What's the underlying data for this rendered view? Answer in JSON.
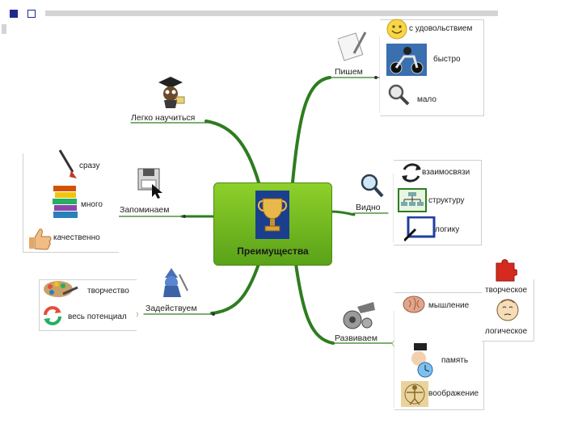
{
  "center": {
    "title": "Преимущества"
  },
  "branches": {
    "pishem": {
      "label": "Пишем",
      "items": [
        "с удовольствием",
        "быстро",
        "мало"
      ]
    },
    "legko": {
      "label": "Легко научиться"
    },
    "zapominaem": {
      "label": "Запоминаем",
      "items": [
        "сразу",
        "много",
        "качественно"
      ]
    },
    "vidno": {
      "label": "Видно",
      "items": [
        "взаимосвязи",
        "структуру",
        "логику"
      ]
    },
    "zadeistvuem": {
      "label": "Задействуем",
      "items": [
        "творчество",
        "весь потенциал"
      ]
    },
    "razvivaem": {
      "label": "Развиваем",
      "items": [
        "мышление",
        "память",
        "воображение"
      ],
      "thinking": [
        "творческое",
        "логическое"
      ]
    }
  },
  "colors": {
    "link": "#2e7d1f",
    "center_top": "#8ed02a",
    "center_bottom": "#5aa219"
  }
}
